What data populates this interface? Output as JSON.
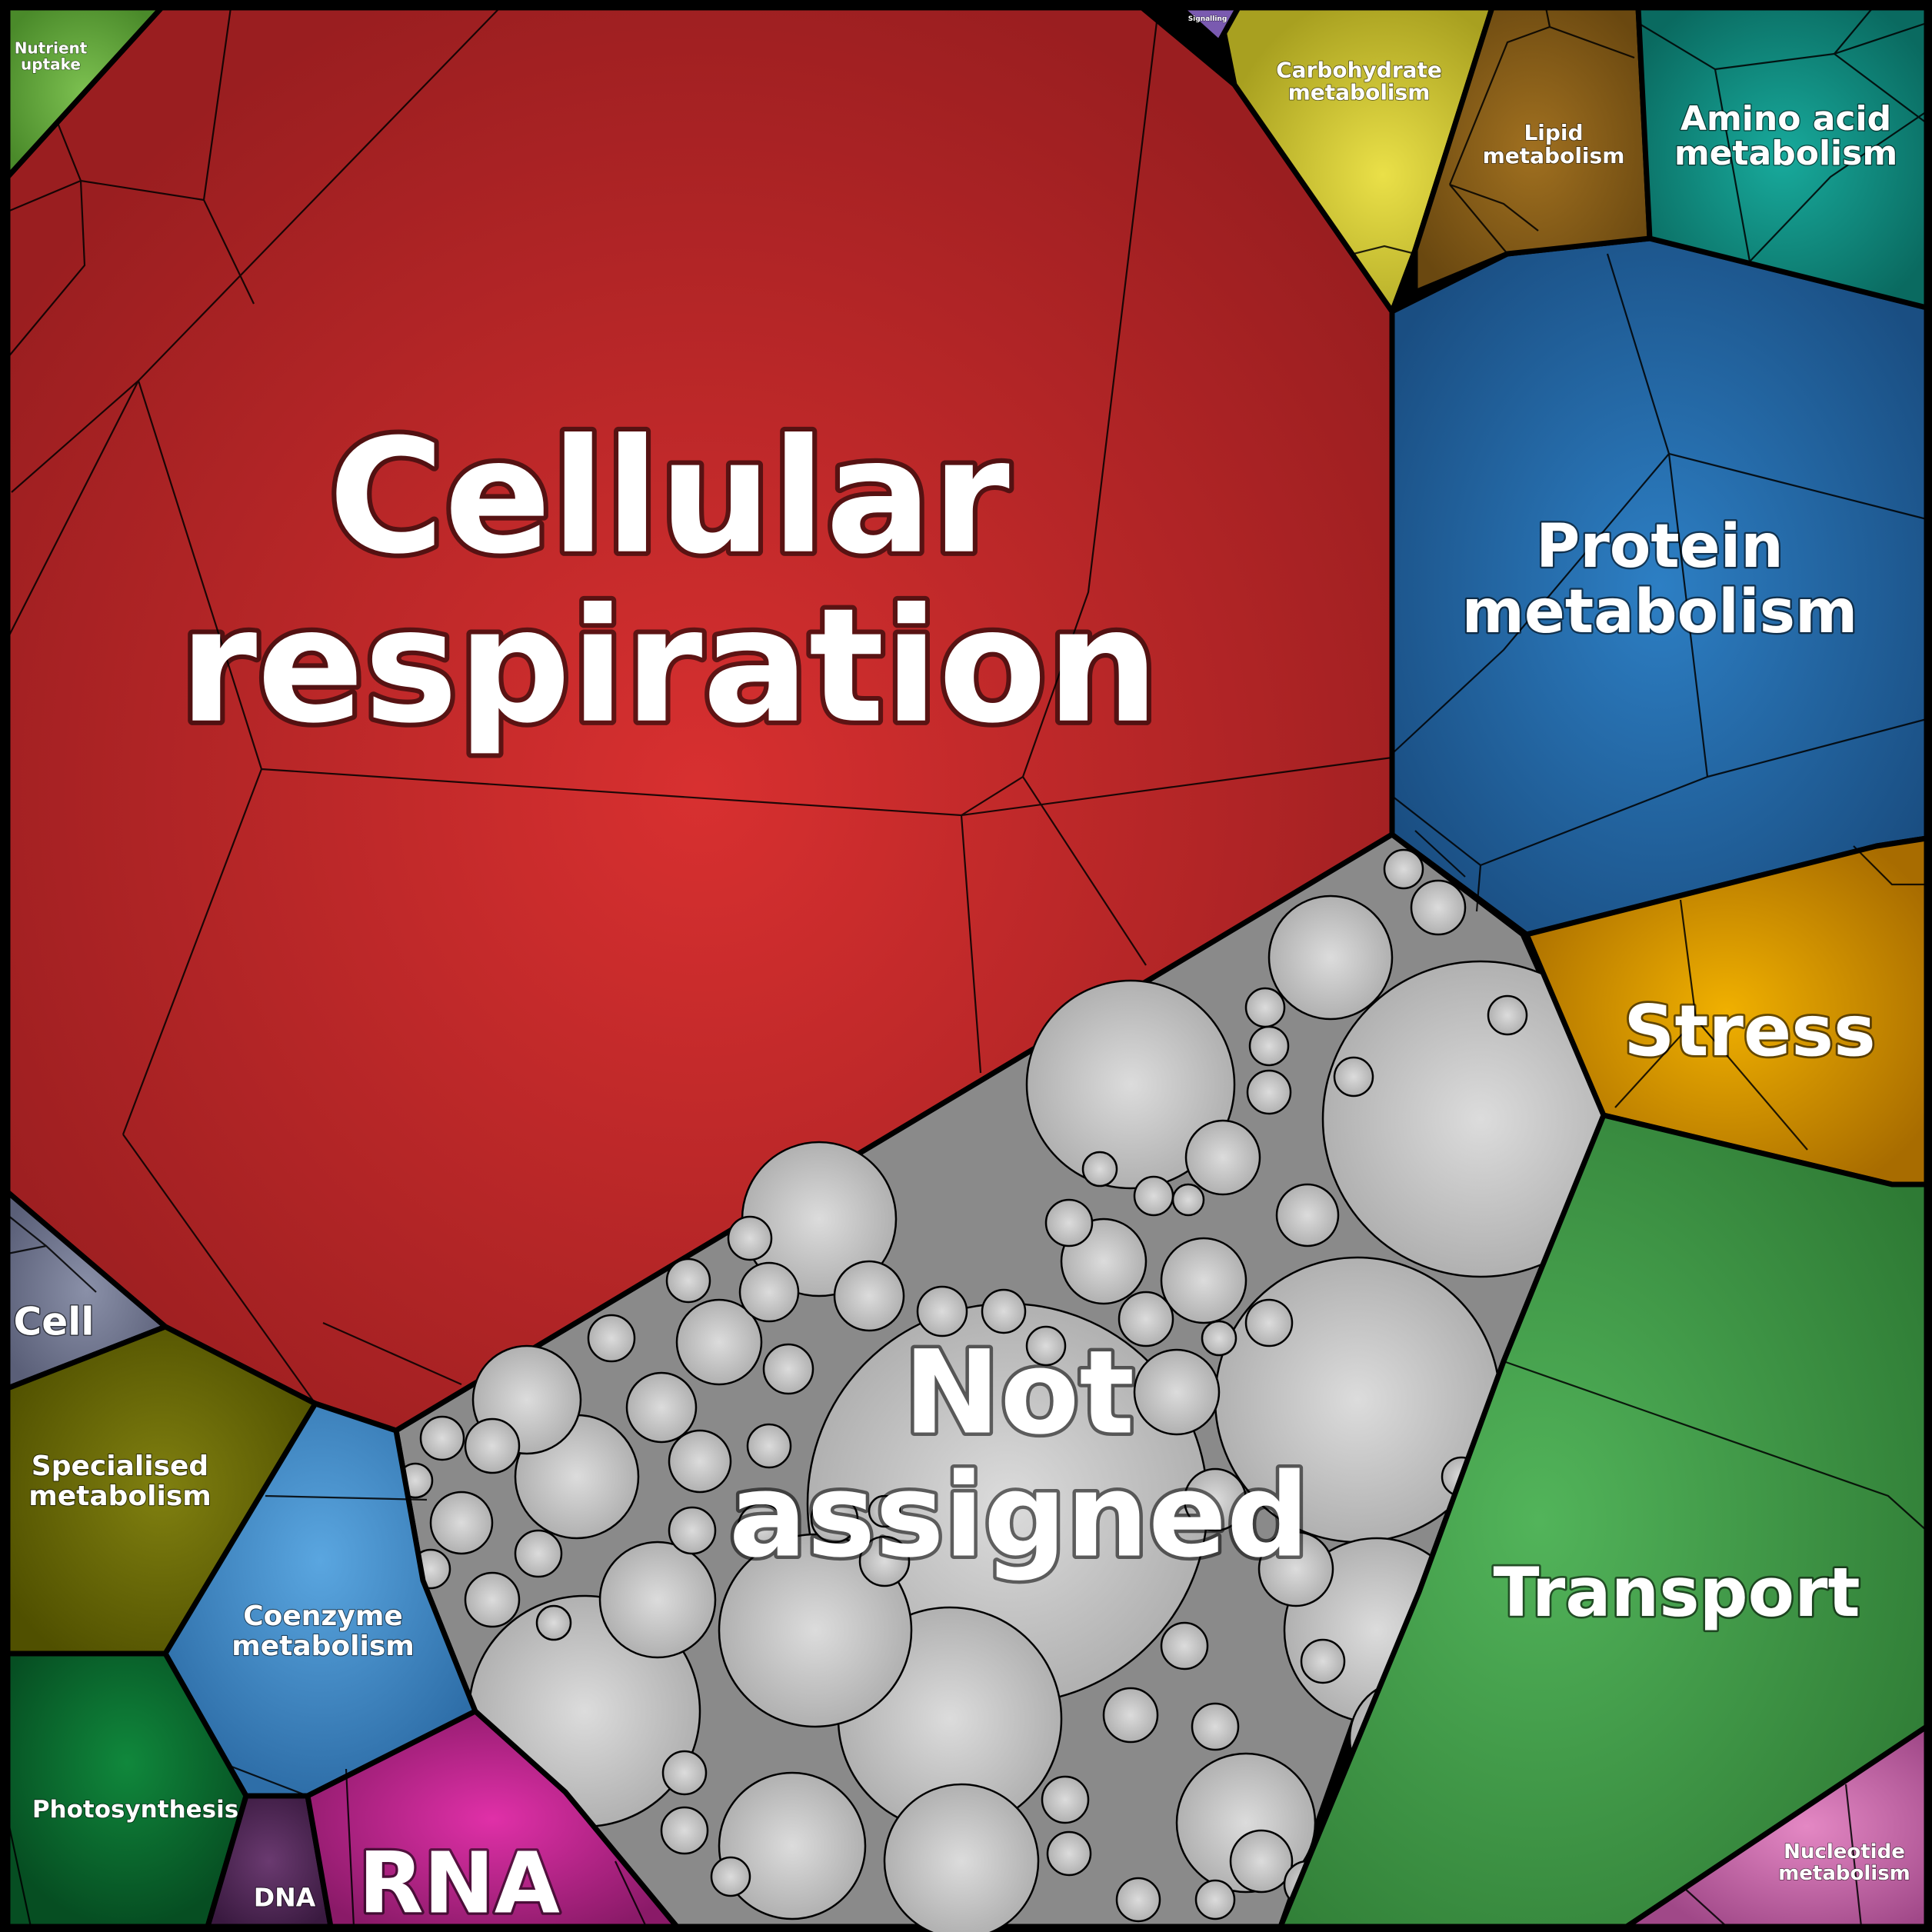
{
  "diagram": {
    "type": "voronoi-treemap",
    "categories": [
      {
        "id": "cellular-respiration",
        "label_lines": [
          "Cellular",
          "respiration"
        ],
        "color": "#d32f2f"
      },
      {
        "id": "not-assigned",
        "label_lines": [
          "Not",
          "assigned"
        ],
        "color": "#c8c8c8"
      },
      {
        "id": "protein-metabolism",
        "label_lines": [
          "Protein",
          "metabolism"
        ],
        "color": "#2166a8"
      },
      {
        "id": "transport",
        "label_lines": [
          "Transport"
        ],
        "color": "#3e9e48"
      },
      {
        "id": "stress",
        "label_lines": [
          "Stress"
        ],
        "color": "#e8a000"
      },
      {
        "id": "rna",
        "label_lines": [
          "RNA"
        ],
        "color": "#c42796"
      },
      {
        "id": "coenzyme-metabolism",
        "label_lines": [
          "Coenzyme",
          "metabolism"
        ],
        "color": "#4a90d0"
      },
      {
        "id": "specialised-metabolism",
        "label_lines": [
          "Specialised",
          "metabolism"
        ],
        "color": "#707010"
      },
      {
        "id": "photosynthesis",
        "label_lines": [
          "Photosynthesis"
        ],
        "color": "#0d7a36"
      },
      {
        "id": "dna",
        "label_lines": [
          "DNA"
        ],
        "color": "#5a3060"
      },
      {
        "id": "cell",
        "label_lines": [
          "Cell"
        ],
        "color": "#7a7f96"
      },
      {
        "id": "nutrient-uptake",
        "label_lines": [
          "Nutrient",
          "uptake"
        ],
        "color": "#6aaa40"
      },
      {
        "id": "carbohydrate-metabolism",
        "label_lines": [
          "Carbohydrate",
          "metabolism"
        ],
        "color": "#cdc030"
      },
      {
        "id": "lipid-metabolism",
        "label_lines": [
          "Lipid",
          "metabolism"
        ],
        "color": "#8a6018"
      },
      {
        "id": "amino-acid-metabolism",
        "label_lines": [
          "Amino acid",
          "metabolism"
        ],
        "color": "#109488"
      },
      {
        "id": "nucleotide-metabolism",
        "label_lines": [
          "Nucleotide",
          "metabolism"
        ],
        "color": "#d070b0"
      },
      {
        "id": "signalling",
        "label_lines": [
          "Signalling"
        ],
        "color": "#7a5ab0"
      }
    ]
  }
}
